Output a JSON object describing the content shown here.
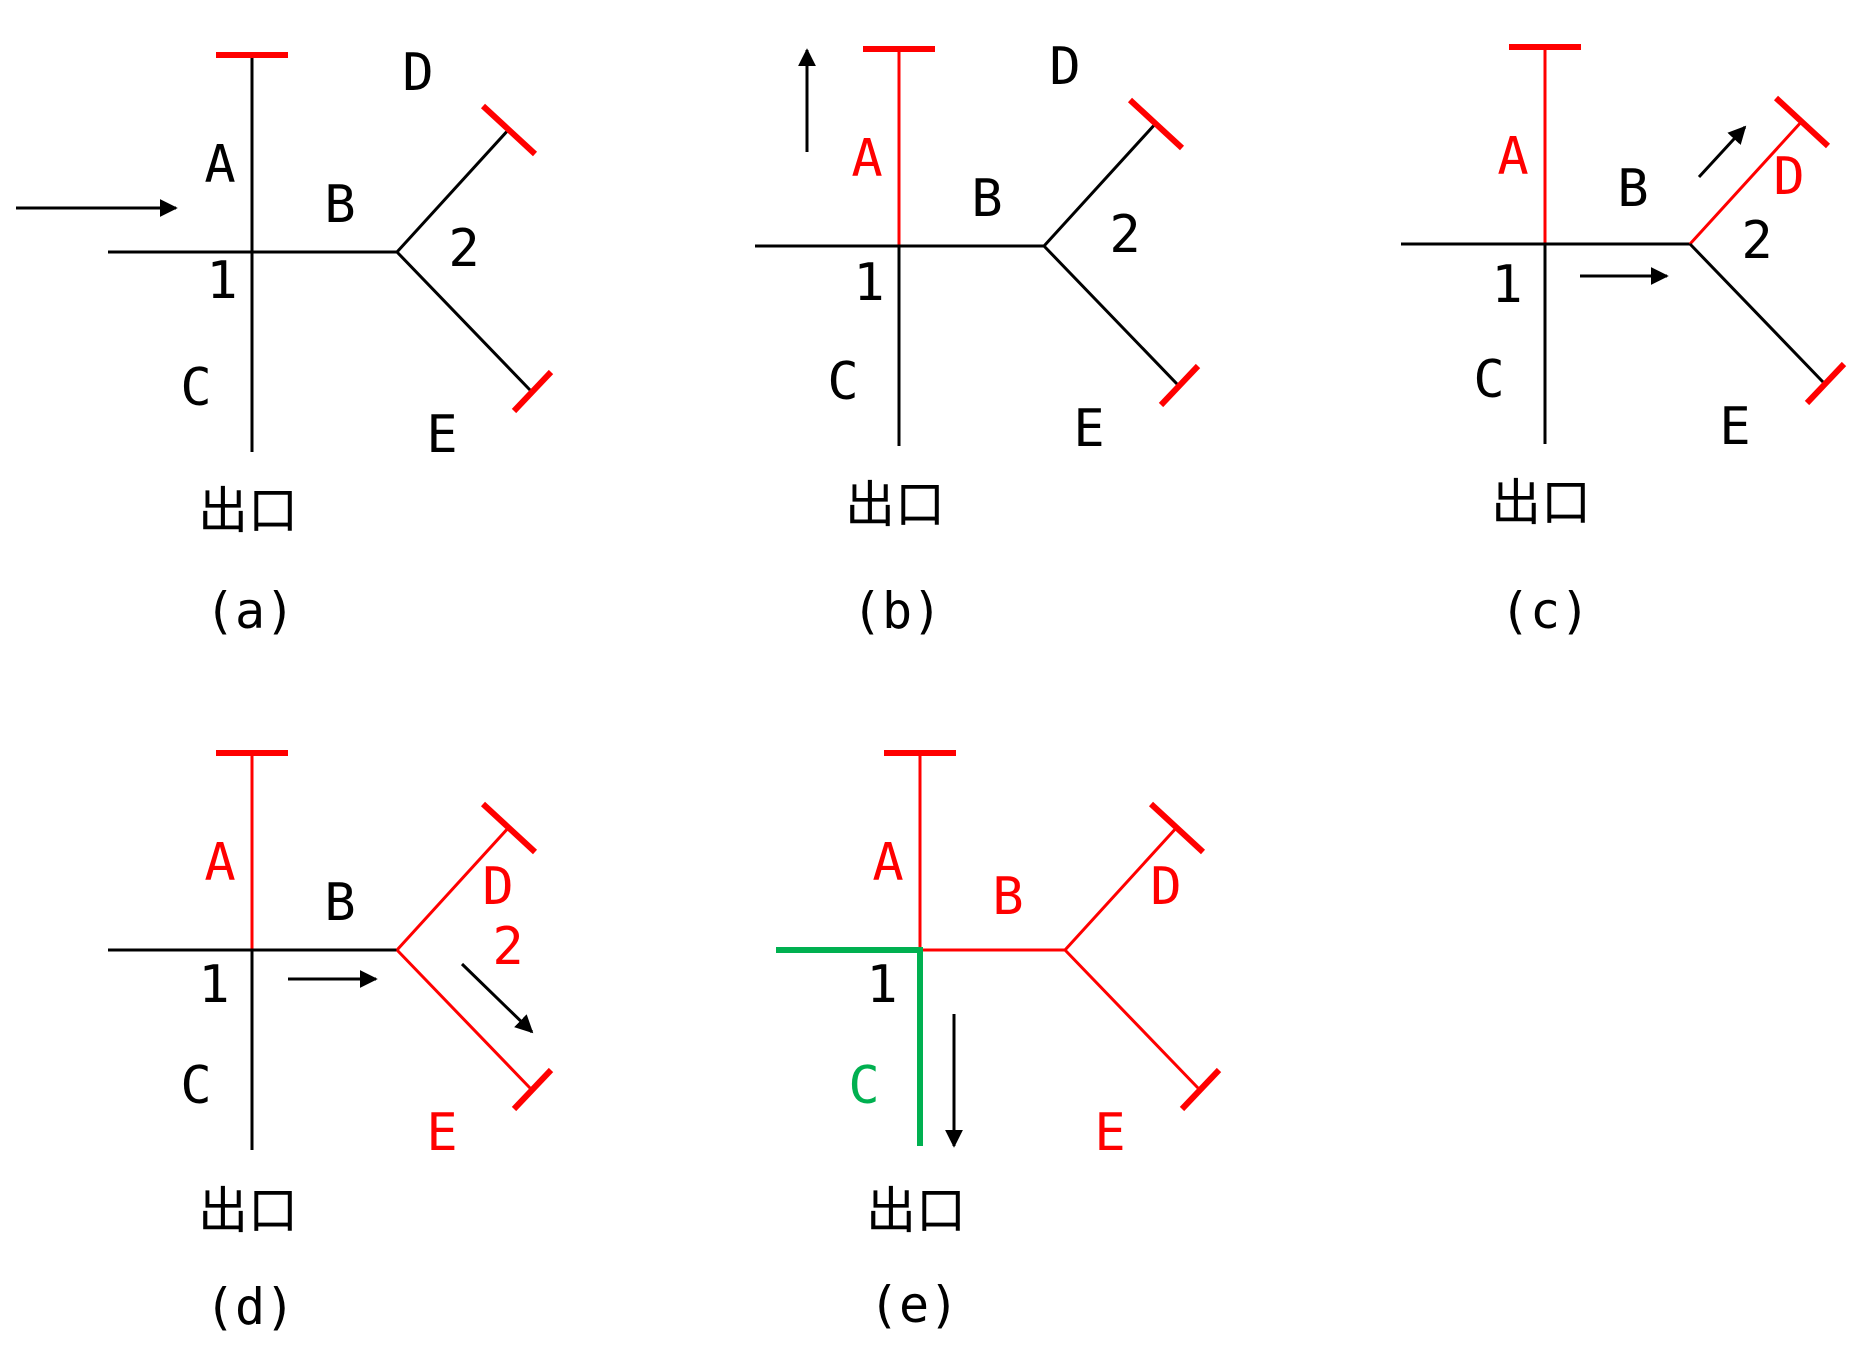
{
  "colors": {
    "black": "#000000",
    "red": "#ff0000",
    "green": "#00b050"
  },
  "labels": {
    "A": "A",
    "B": "B",
    "C": "C",
    "D": "D",
    "E": "E",
    "node1": "1",
    "node2": "2",
    "exit": "出口"
  },
  "panels": [
    {
      "caption": "(a)",
      "state": {
        "A": "black",
        "B": "black",
        "C": "black",
        "D": "black",
        "E": "black",
        "node2": "black"
      }
    },
    {
      "caption": "(b)",
      "state": {
        "A": "red",
        "B": "black",
        "C": "black",
        "D": "black",
        "E": "black",
        "node2": "black"
      }
    },
    {
      "caption": "(c)",
      "state": {
        "A": "red",
        "B": "black",
        "C": "black",
        "D": "red",
        "E": "black",
        "node2": "black"
      }
    },
    {
      "caption": "(d)",
      "state": {
        "A": "red",
        "B": "black",
        "C": "black",
        "D": "red",
        "E": "red",
        "node2": "red"
      }
    },
    {
      "caption": "(e)",
      "state": {
        "A": "red",
        "B": "red",
        "C": "green",
        "D": "red",
        "E": "red",
        "node2": "red"
      }
    }
  ]
}
